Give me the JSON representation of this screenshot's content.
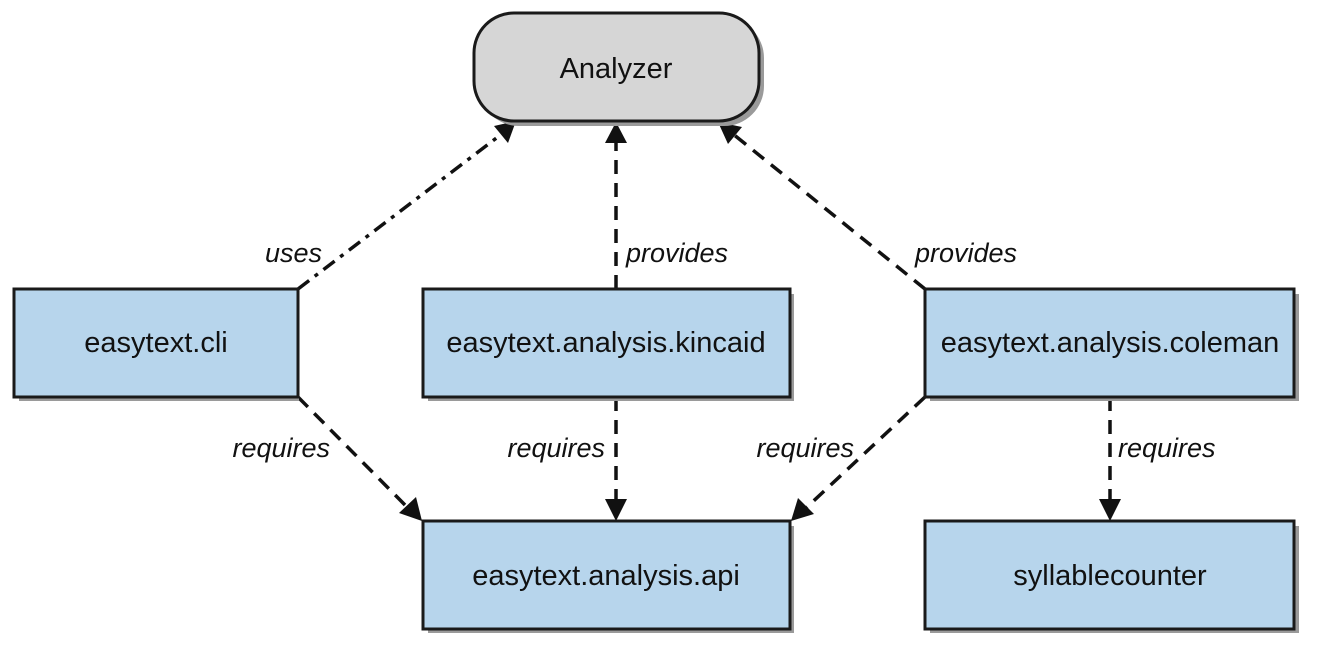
{
  "nodes": {
    "analyzer": "Analyzer",
    "easytext_cli": "easytext.cli",
    "kincaid": "easytext.analysis.kincaid",
    "coleman": "easytext.analysis.coleman",
    "api": "easytext.analysis.api",
    "syllablecounter": "syllablecounter"
  },
  "edges": {
    "cli_uses": "uses",
    "kincaid_provides": "provides",
    "coleman_provides": "provides",
    "cli_requires": "requires",
    "kincaid_requires": "requires",
    "coleman_requires_api": "requires",
    "coleman_requires_syllable": "requires"
  },
  "colors": {
    "node_fill": "#b7d5ec",
    "analyzer_fill": "#d6d6d6",
    "stroke": "#1a1a1a"
  }
}
